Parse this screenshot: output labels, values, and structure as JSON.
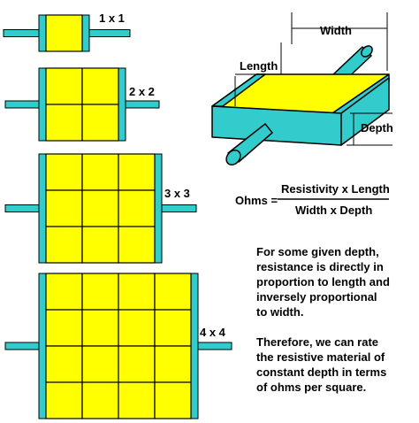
{
  "grids": [
    {
      "label": "1 x 1",
      "n": 1
    },
    {
      "label": "2 x 2",
      "n": 2
    },
    {
      "label": "3 x 3",
      "n": 3
    },
    {
      "label": "4 x 4",
      "n": 4
    }
  ],
  "bar": {
    "length_label": "Length",
    "width_label": "Width",
    "depth_label": "Depth"
  },
  "formula": {
    "lhs": "Ohms =",
    "numerator": "Resistivity x Length",
    "denominator": "Width x Depth"
  },
  "notes": [
    "For some given depth,",
    "resistance is directly in",
    "proportion to length and",
    "inversely proportional",
    "to width.",
    "",
    "Therefore, we can rate",
    "the resistive material of",
    "constant depth in terms",
    "of ohms per square."
  ],
  "colors": {
    "fill": "#ffff00",
    "lead": "#33cccc",
    "outline": "#000000"
  }
}
